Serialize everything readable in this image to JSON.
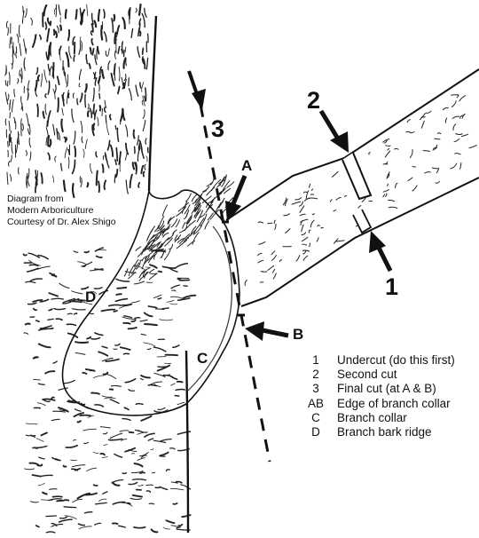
{
  "credit": {
    "line1": "Diagram from",
    "line2": "Modern Arboriculture",
    "line3": "Courtesy of Dr. Alex Shigo"
  },
  "labels": {
    "cut3": "3",
    "cut2": "2",
    "cut1": "1",
    "point_a": "A",
    "point_b": "B",
    "point_c": "C",
    "point_d": "D"
  },
  "legend": [
    {
      "key": "1",
      "text": "Undercut (do this first)"
    },
    {
      "key": "2",
      "text": "Second cut"
    },
    {
      "key": "3",
      "text": "Final cut (at A & B)"
    },
    {
      "key": "AB",
      "text": "Edge of branch collar"
    },
    {
      "key": "C",
      "text": "Branch collar"
    },
    {
      "key": "D",
      "text": "Branch bark ridge"
    }
  ],
  "colors": {
    "ink": "#111111",
    "paper": "#ffffff"
  }
}
